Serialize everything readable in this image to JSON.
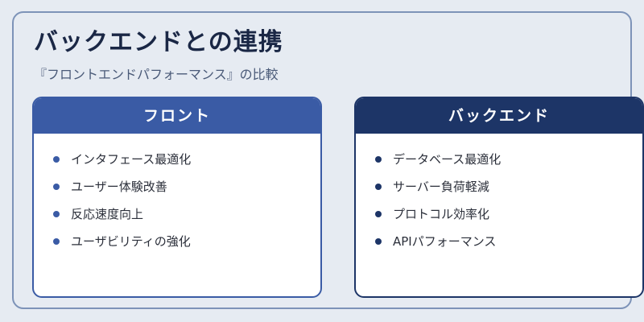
{
  "title": "バックエンドとの連携",
  "subtitle": "『フロントエンドパフォーマンス』の比較",
  "colors": {
    "front_accent": "#3a5ba5",
    "back_accent": "#1d3567",
    "frame_border": "#7d93b8",
    "background": "#e6ebf2"
  },
  "cards": {
    "front": {
      "title": "フロント",
      "items": [
        "インタフェース最適化",
        "ユーザー体験改善",
        "反応速度向上",
        "ユーザビリティの強化"
      ]
    },
    "back": {
      "title": "バックエンド",
      "items": [
        "データベース最適化",
        "サーバー負荷軽減",
        "プロトコル効率化",
        "APIパフォーマンス"
      ]
    }
  }
}
